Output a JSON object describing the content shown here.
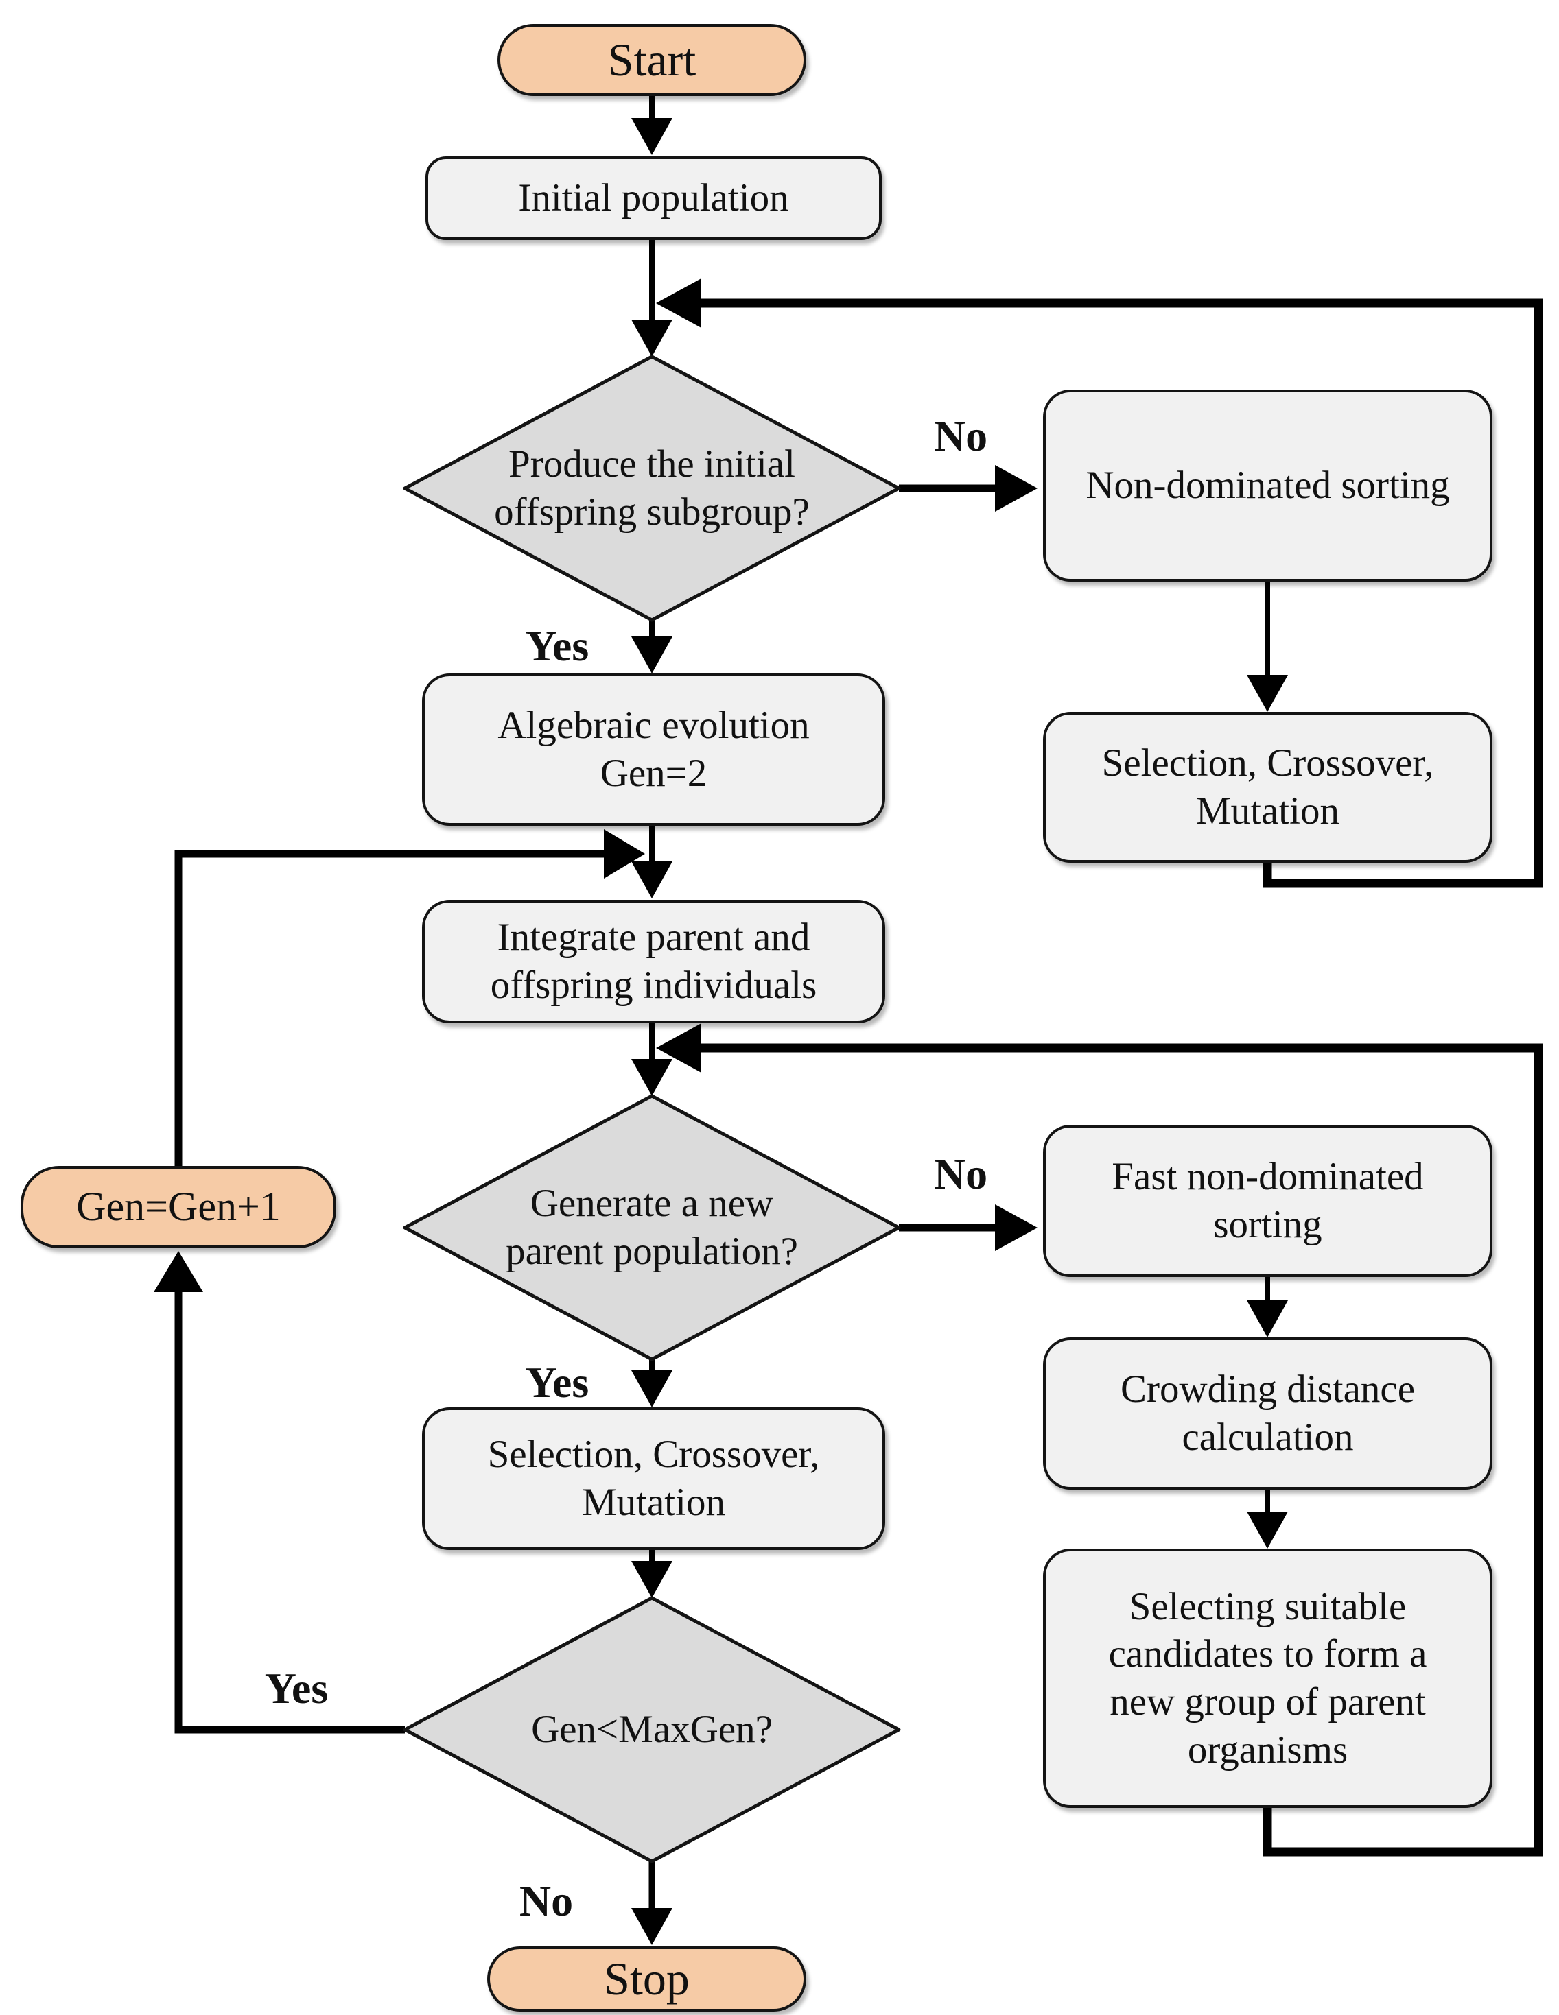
{
  "nodes": {
    "start": {
      "label": "Start"
    },
    "initial_population": {
      "label": "Initial population"
    },
    "produce_offspring_decision": {
      "label": "Produce the initial\noffspring subgroup?"
    },
    "non_dominated_sorting": {
      "label": "Non-dominated sorting"
    },
    "selection_crossover_mutation_right": {
      "label": "Selection, Crossover,\nMutation"
    },
    "algebraic_evolution": {
      "label": "Algebraic evolution\nGen=2"
    },
    "integrate_individuals": {
      "label": "Integrate parent and\noffspring individuals"
    },
    "generate_parent_decision": {
      "label": "Generate a new\nparent population?"
    },
    "fast_non_dominated_sorting": {
      "label": "Fast non-dominated\nsorting"
    },
    "crowding_distance": {
      "label": "Crowding distance\ncalculation"
    },
    "selecting_candidates": {
      "label": "Selecting suitable\ncandidates to form a\nnew group of parent\norganisms"
    },
    "selection_crossover_mutation_main": {
      "label": "Selection, Crossover,\nMutation"
    },
    "gen_maxgen_decision": {
      "label": "Gen<MaxGen?"
    },
    "gen_increment": {
      "label": "Gen=Gen+1"
    },
    "stop": {
      "label": "Stop"
    }
  },
  "edge_labels": {
    "produce_no": "No",
    "produce_yes": "Yes",
    "generate_no": "No",
    "generate_yes": "Yes",
    "maxgen_yes": "Yes",
    "maxgen_no": "No"
  },
  "colors": {
    "terminal_fill": "#F6CBA6",
    "process_fill": "#F1F1F1",
    "decision_fill": "#DBDBDB",
    "line": "#000000"
  }
}
